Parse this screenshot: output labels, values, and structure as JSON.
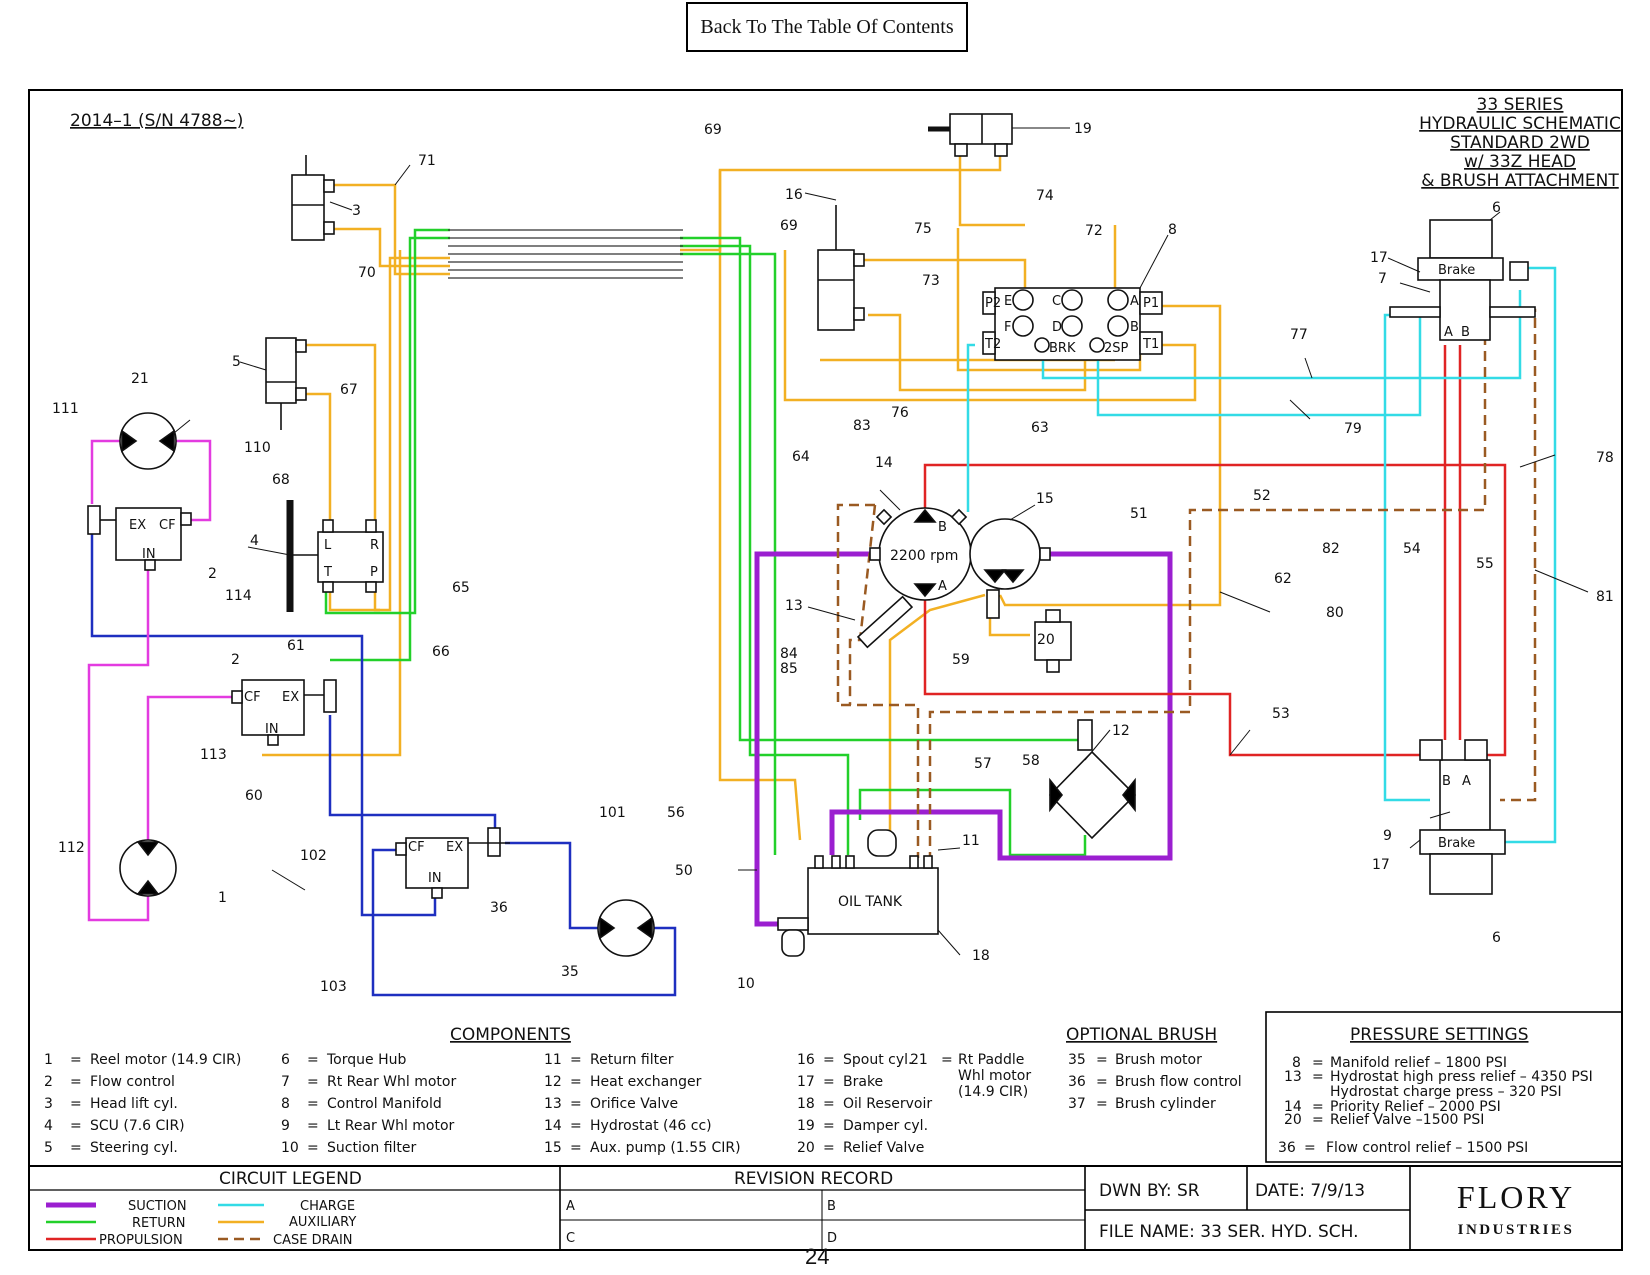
{
  "toc_button": "Back To The Table Of Contents",
  "page_number": "24",
  "serial": "2014–1  (S/N  4788~)",
  "title_lines": [
    "33  SERIES",
    "HYDRAULIC  SCHEMATIC",
    "STANDARD  2WD",
    "w/  33Z  HEAD",
    "& BRUSH  ATTACHMENT"
  ],
  "colors": {
    "suction": "#9b1fd0",
    "return": "#22d02a",
    "propulsion": "#e02424",
    "charge": "#33dbe6",
    "auxiliary": "#f2b023",
    "case_drain": "#9a5a22",
    "flow_ctrl_line": "#1e2fc0",
    "reel_line": "#e33be0"
  },
  "components_header": "COMPONENTS",
  "components": [
    [
      "1",
      "=",
      "Reel motor (14.9 CIR)"
    ],
    [
      "2",
      "=",
      "Flow control"
    ],
    [
      "3",
      "=",
      "Head lift cyl."
    ],
    [
      "4",
      "=",
      "SCU (7.6 CIR)"
    ],
    [
      "5",
      "=",
      "Steering cyl."
    ],
    [
      "6",
      "=",
      "Torque Hub"
    ],
    [
      "7",
      "=",
      "Rt Rear Whl motor"
    ],
    [
      "8",
      "=",
      "Control Manifold"
    ],
    [
      "9",
      "=",
      "Lt Rear Whl motor"
    ],
    [
      "10",
      "=",
      "Suction filter"
    ],
    [
      "11",
      "=",
      "Return filter"
    ],
    [
      "12",
      "=",
      "Heat exchanger"
    ],
    [
      "13",
      "=",
      "Orifice Valve"
    ],
    [
      "14",
      "=",
      "Hydrostat (46 cc)"
    ],
    [
      "15",
      "=",
      "Aux. pump (1.55 CIR)"
    ],
    [
      "16",
      "=",
      "Spout cyl."
    ],
    [
      "17",
      "=",
      "Brake"
    ],
    [
      "18",
      "=",
      "Oil Reservoir"
    ],
    [
      "19",
      "=",
      "Damper cyl."
    ],
    [
      "20",
      "=",
      "Relief Valve"
    ]
  ],
  "component_21": [
    "21",
    "=",
    "Rt Paddle",
    "Whl motor",
    "(14.9 CIR)"
  ],
  "brush_header": "OPTIONAL  BRUSH",
  "brush": [
    [
      "35",
      "=",
      "Brush motor"
    ],
    [
      "36",
      "=",
      "Brush flow control"
    ],
    [
      "37",
      "=",
      "Brush cylinder"
    ]
  ],
  "pressure_header": "PRESSURE  SETTINGS",
  "pressure": [
    [
      "8",
      "=",
      "Manifold relief  –  1800 PSI"
    ],
    [
      "13",
      "=",
      "Hydrostat high press relief  –  4350 PSI"
    ],
    [
      "",
      "",
      "Hydrostat charge press  –  320 PSI"
    ],
    [
      "14",
      "=",
      "Priority Relief  –  2000 PSI"
    ],
    [
      "20",
      "=",
      "Relief Valve  –1500 PSI"
    ],
    [
      "36",
      "=",
      "Flow control relief  –  1500 PSI"
    ]
  ],
  "circuit_legend_header": "CIRCUIT  LEGEND",
  "circuit_legend": [
    "SUCTION",
    "CHARGE",
    "RETURN",
    "AUXILIARY",
    "PROPULSION",
    "CASE  DRAIN"
  ],
  "revision_header": "REVISION  RECORD",
  "revision_cells": [
    "A",
    "B",
    "C",
    "D"
  ],
  "drawn_by": "DWN  BY:  SR",
  "date": "DATE:  7/9/13",
  "file_name": "FILE  NAME:  33  SER.  HYD.  SCH.",
  "company": [
    "FLORY",
    "INDUSTRIES"
  ],
  "component_text": {
    "oil_tank": "OIL  TANK",
    "rpm": "2200  rpm",
    "brake": "Brake",
    "ports_manifold": [
      "P2",
      "E",
      "C",
      "A",
      "P1",
      "F",
      "D",
      "B",
      "T2",
      "BRK",
      "2SP",
      "T1"
    ],
    "ports_scu": [
      "L",
      "R",
      "T",
      "P"
    ],
    "ports_fc": [
      "EX",
      "CF",
      "IN"
    ],
    "ports_AB": [
      "A",
      "B"
    ]
  },
  "callouts": [
    "1",
    "2",
    "3",
    "4",
    "5",
    "6",
    "7",
    "8",
    "9",
    "10",
    "11",
    "12",
    "13",
    "14",
    "15",
    "16",
    "17",
    "18",
    "19",
    "20",
    "21",
    "35",
    "36",
    "50",
    "51",
    "52",
    "53",
    "54",
    "55",
    "56",
    "57",
    "58",
    "59",
    "60",
    "61",
    "62",
    "63",
    "64",
    "65",
    "66",
    "67",
    "68",
    "69",
    "70",
    "71",
    "72",
    "73",
    "74",
    "75",
    "76",
    "77",
    "78",
    "79",
    "80",
    "81",
    "82",
    "83",
    "84",
    "85",
    "101",
    "102",
    "103",
    "110",
    "111",
    "112",
    "113",
    "114"
  ]
}
